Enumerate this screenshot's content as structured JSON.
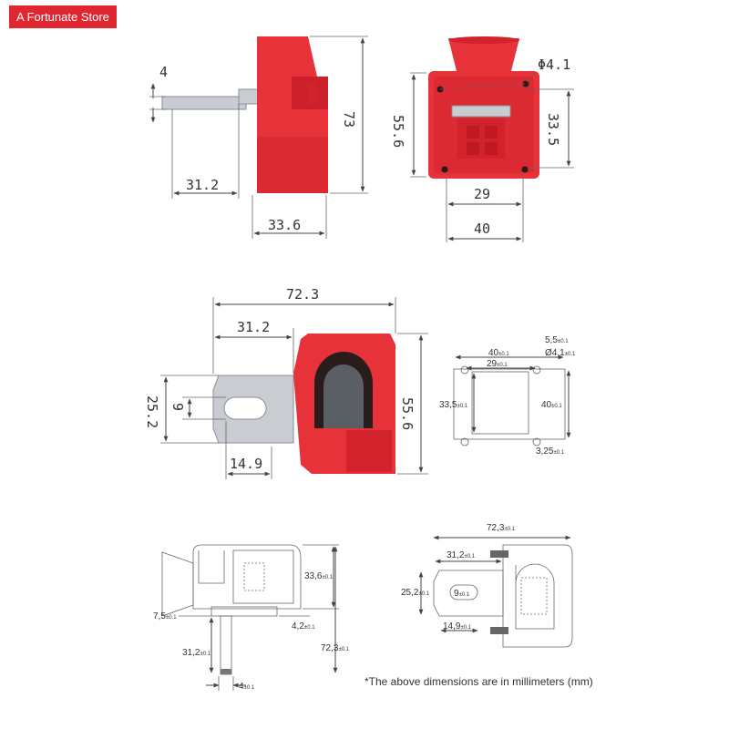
{
  "store_name": "A Fortunate Store",
  "dims_top": {
    "terminal_thickness": "4",
    "terminal_length": "31.2",
    "body_depth": "33.6",
    "height": "73",
    "flange_height": "55.6",
    "hole_diameter": "Φ4.1",
    "hole_spacing_vertical": "33.5",
    "hole_spacing_horizontal": "29",
    "flange_width": "40"
  },
  "dims_middle": {
    "overall_length": "72.3",
    "terminal_length": "31.2",
    "terminal_width": "25.2",
    "slot_width": "9",
    "slot_offset": "14.9",
    "body_height": "55.6"
  },
  "drilling": {
    "width": "40",
    "hole_spacing_h": "29",
    "edge_offset": "5,5",
    "hole_dia": "Ø4,1",
    "height_left": "33,5",
    "height_right": "40",
    "edge_bottom": "3,25",
    "tolerance": "±0.1"
  },
  "side_drawing": {
    "depth": "33,6",
    "lip": "7,5",
    "offset": "4,2",
    "terminal": "31,2",
    "total": "72,3",
    "thickness": "4",
    "tolerance": "±0.1"
  },
  "top_drawing": {
    "total": "72,3",
    "terminal": "31,2",
    "width": "25,2",
    "slot": "9",
    "slot_offset": "14,9",
    "tolerance": "±0.1"
  },
  "note": "*The above dimensions are in millimeters (mm)"
}
